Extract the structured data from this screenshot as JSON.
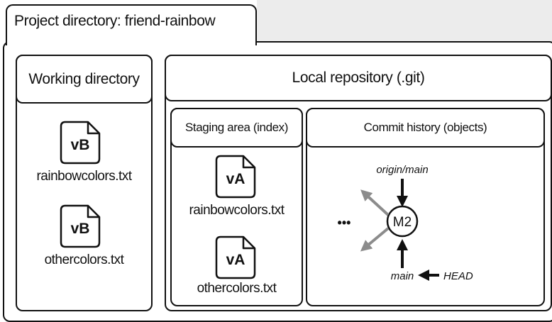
{
  "project": {
    "title": "Project directory: friend-rainbow"
  },
  "working": {
    "title": "Working directory",
    "files": [
      {
        "version": "vB",
        "name": "rainbowcolors.txt"
      },
      {
        "version": "vB",
        "name": "othercolors.txt"
      }
    ]
  },
  "local": {
    "title": "Local repository (.git)",
    "staging": {
      "title": "Staging area (index)",
      "files": [
        {
          "version": "vA",
          "name": "rainbowcolors.txt"
        },
        {
          "version": "vA",
          "name": "othercolors.txt"
        }
      ]
    },
    "history": {
      "title": "Commit history (objects)",
      "commit": "M2",
      "ellipsis": "•••",
      "origin_ref": "origin/main",
      "branch_ref": "main",
      "head_ref": "HEAD"
    }
  },
  "colors": {
    "line": "#111111",
    "parent_arrow": "#8c8c8c",
    "background_strip": "#ececec"
  }
}
